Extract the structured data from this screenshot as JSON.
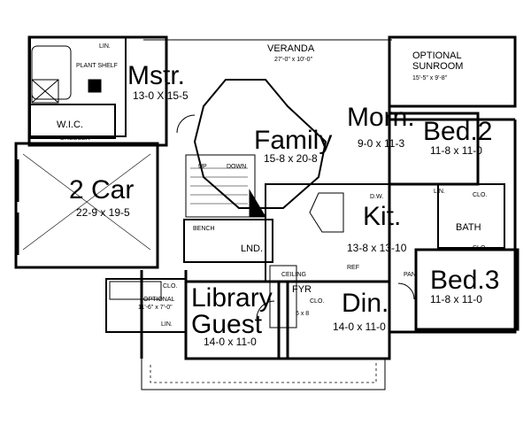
{
  "rooms": {
    "veranda": {
      "name": "VERANDA",
      "dims": "27'-0\" x 10'-0\""
    },
    "sunroom": {
      "name": "OPTIONAL",
      "name2": "SUNROOM",
      "dims": "15'-5\" x 9'-8\""
    },
    "mstr": {
      "name": "Mstr.",
      "dims": "13-0 X 15-5"
    },
    "family": {
      "name": "Family",
      "dims": "15-8 x 20-8"
    },
    "morn": {
      "name": "Morn.",
      "dims": "9-0 x 11-3"
    },
    "bed2": {
      "name": "Bed.2",
      "dims": "11-8 x 11-0"
    },
    "car": {
      "name": "2 Car",
      "dims": "22-9 x 19-5"
    },
    "kit": {
      "name": "Kit.",
      "dims": "13-8 x 13-10"
    },
    "bed3": {
      "name": "Bed.3",
      "dims": "11-8 x 11-0"
    },
    "library": {
      "name": "Library",
      "name2": "Guest",
      "dims": "14-0 x 11-0"
    },
    "din": {
      "name": "Din.",
      "dims": "14-0 x 11-0"
    },
    "fyr": {
      "name": "FYR",
      "dims": "6 x 8"
    },
    "lnd": {
      "name": "LND."
    },
    "bath": {
      "name": "BATH"
    },
    "wic": {
      "name": "W.I.C."
    },
    "optional_ws": {
      "name": "OPTIONAL",
      "dims": "11'-6\" x 7'-0\""
    }
  },
  "small_labels": {
    "lin_mstr": "LIN.",
    "plant_shelf": "PLANT SHELF",
    "dresser": "DRESSER",
    "down": "DOWN",
    "up": "UP",
    "bench": "BENCH",
    "dw": "D.W.",
    "clo_bed2": "CLO.",
    "lin_bed2": "LIN.",
    "clo_bed3": "CLO.",
    "ref": "REF",
    "pan": "PAN",
    "clo_guest": "CLO.",
    "lin_guest": "LIN.",
    "coat": "CLO.",
    "ceiling": "CEILING"
  }
}
